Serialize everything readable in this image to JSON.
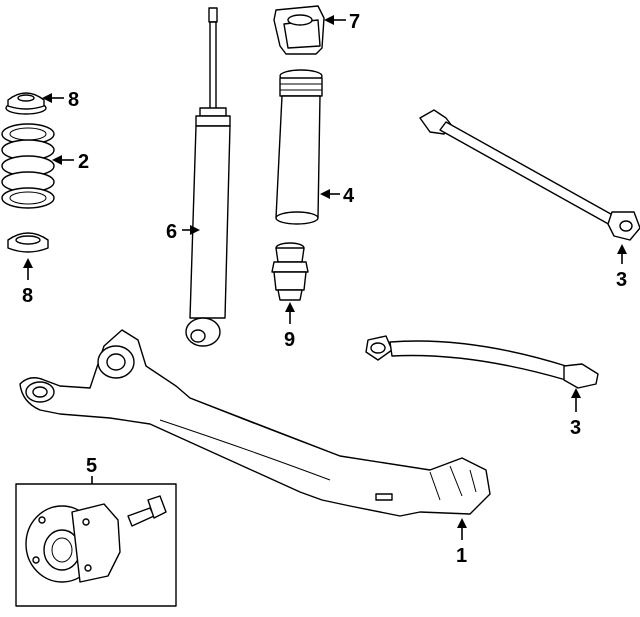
{
  "callouts": {
    "c1": "1",
    "c2": "2",
    "c3a": "3",
    "c3b": "3",
    "c4": "4",
    "c5": "5",
    "c6": "6",
    "c7": "7",
    "c8a": "8",
    "c8b": "8",
    "c9": "9"
  },
  "colors": {
    "line": "#000000",
    "background": "#ffffff"
  }
}
